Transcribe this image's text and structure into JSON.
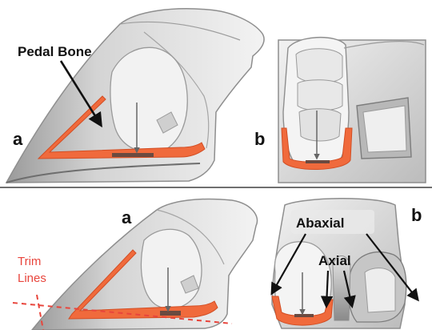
{
  "top": {
    "panel_a": {
      "letter": "a",
      "callout": "Pedal Bone"
    },
    "panel_b": {
      "letter": "b"
    }
  },
  "bottom": {
    "panel_a": {
      "letter": "a",
      "callout": "Trim Lines",
      "callout_word_1": "Trim",
      "callout_word_2": "Lines"
    },
    "panel_b": {
      "letter": "b",
      "callout_1": "Abaxial",
      "callout_2": "Axial"
    }
  },
  "colors": {
    "trim_orange": "#f06a3c",
    "callout_red": "#e8453c",
    "outline_gray": "#8e8e8e",
    "fill_light": "#ededed",
    "fill_shadow": "#bdbdbd",
    "text_dark": "#111111"
  }
}
